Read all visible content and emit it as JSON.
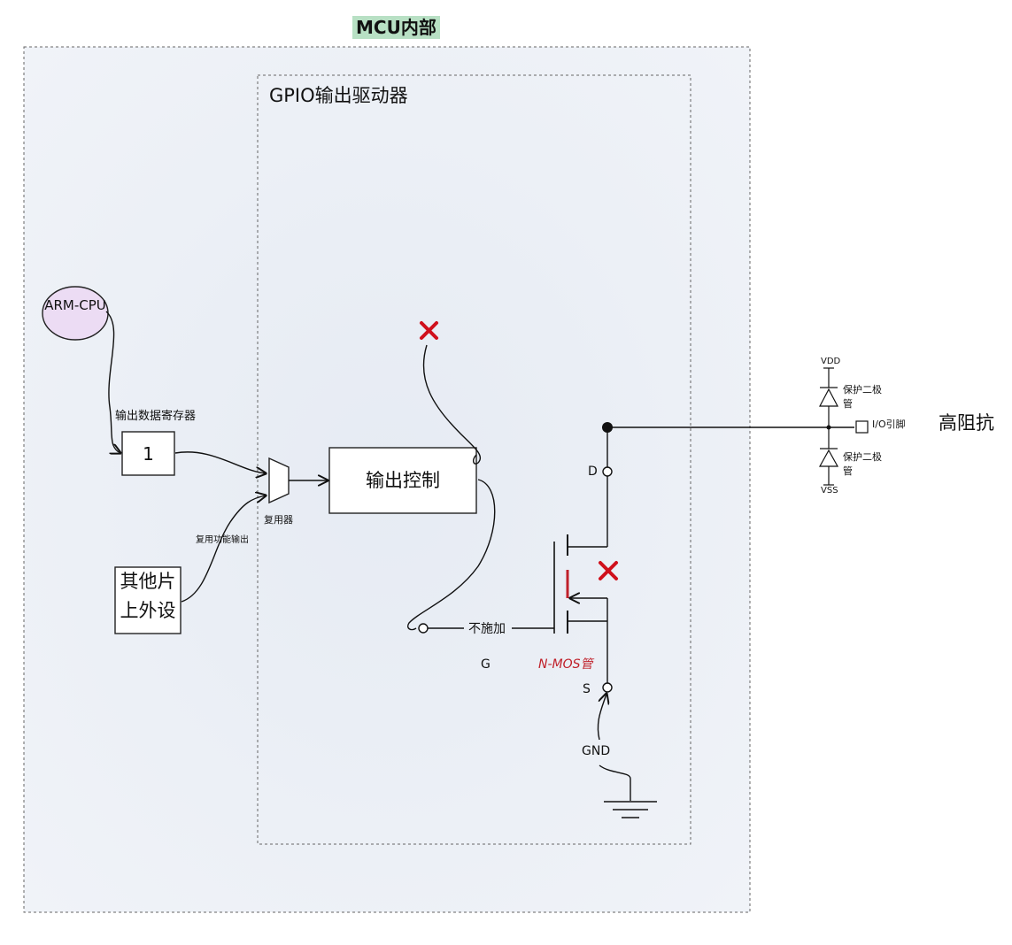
{
  "mcu": {
    "title": "MCU内部"
  },
  "gpio": {
    "title": "GPIO输出驱动器"
  },
  "cpu": {
    "label": "ARM-CPU"
  },
  "register": {
    "label": "输出数据寄存器",
    "value": "1"
  },
  "mux": {
    "label": "复用器"
  },
  "alt_function": {
    "label": "复用功能输出"
  },
  "peripheral": {
    "label": "其他片上外设"
  },
  "output_control": {
    "label": "输出控制"
  },
  "mosfet": {
    "drain": "D",
    "gate": "G",
    "source": "S",
    "type_label": "N-MOS管",
    "gate_drive_label": "不施加",
    "ground_label": "GND"
  },
  "protection": {
    "vdd": "VDD",
    "vss": "VSS",
    "upper_diode": "保护二极管",
    "lower_diode": "保护二极管",
    "io_pin": "I/O引脚"
  },
  "state": {
    "label": "高阻抗"
  },
  "colors": {
    "accent_green": "#b8e0c4",
    "cross_red": "#d0101c",
    "nmos_red": "#c0202a",
    "cpu_purple": "#ecdcf4"
  },
  "icons": [
    "cross-mark-icon",
    "ground-symbol-icon",
    "diode-icon"
  ]
}
